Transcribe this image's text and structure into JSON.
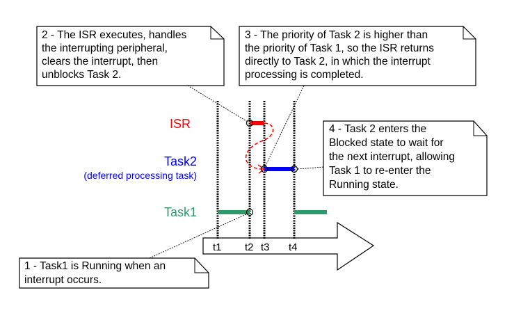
{
  "lanes": {
    "isr": {
      "label": "ISR",
      "color": "#ff0000"
    },
    "task2": {
      "label": "Task2",
      "sublabel": "(deferred processing task)",
      "color": "#0000ff"
    },
    "task1": {
      "label": "Task1",
      "color": "#2e9a6a"
    }
  },
  "timeline": {
    "ticks": [
      "t1",
      "t2",
      "t3",
      "t4"
    ]
  },
  "notes": [
    {
      "id": "note-2",
      "lines": [
        "2 - The ISR executes, handles",
        "the interrupting peripheral,",
        "clears the interrupt, then",
        "unblocks Task 2."
      ]
    },
    {
      "id": "note-3",
      "lines": [
        "3 - The priority of Task 2 is higher than",
        "the priority of Task 1, so the ISR returns",
        "directly to Task 2, in which the interrupt",
        "processing is completed."
      ]
    },
    {
      "id": "note-4",
      "lines": [
        "4 - Task 2 enters the",
        "Blocked state to wait for",
        "the next interrupt, allowing",
        "Task 1 to re-enter the",
        "Running state."
      ]
    },
    {
      "id": "note-1",
      "lines": [
        "1 - Task1 is Running when an",
        "interrupt occurs."
      ]
    }
  ],
  "colors": {
    "isr": "#ff0000",
    "task2": "#0000ff",
    "task1": "#2e9a6a",
    "outline": "#000000"
  }
}
